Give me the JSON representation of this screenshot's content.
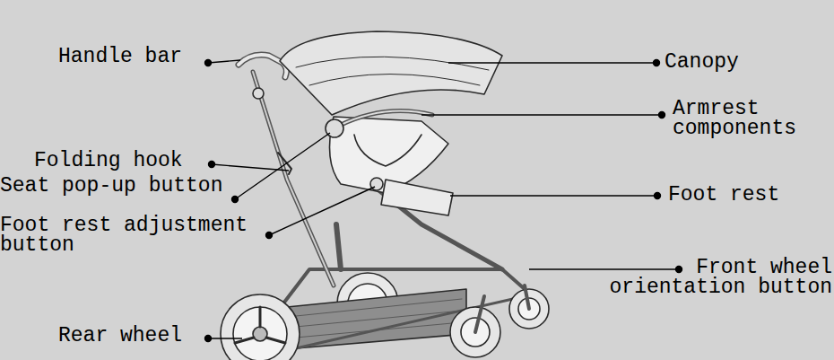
{
  "diagram": {
    "labels": [
      "Handle bar",
      "Canopy",
      "Armrest components",
      "Folding hook",
      "Seat pop-up button",
      "Foot rest",
      "Foot rest adjustment button",
      "Rear wheel",
      "Front wheel orientation button"
    ]
  }
}
